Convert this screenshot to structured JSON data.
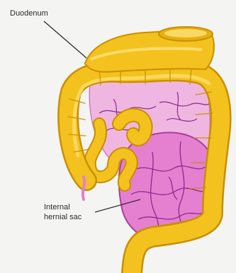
{
  "labels": {
    "duodenum": "Duodenum",
    "sac_line1": "Internal",
    "sac_line2": "hernial sac"
  },
  "colors": {
    "background": "#f4f4f2",
    "intestine_yellow": "#f4c21e",
    "intestine_outline": "#c98f00",
    "intestine_highlight": "#ffe27a",
    "sac_pink": "#e57fd0",
    "sac_outline": "#a8409a",
    "mesentery_pink": "#f0b6e2",
    "vessel_purple": "#8a2a8a",
    "leader_line": "#333333"
  }
}
